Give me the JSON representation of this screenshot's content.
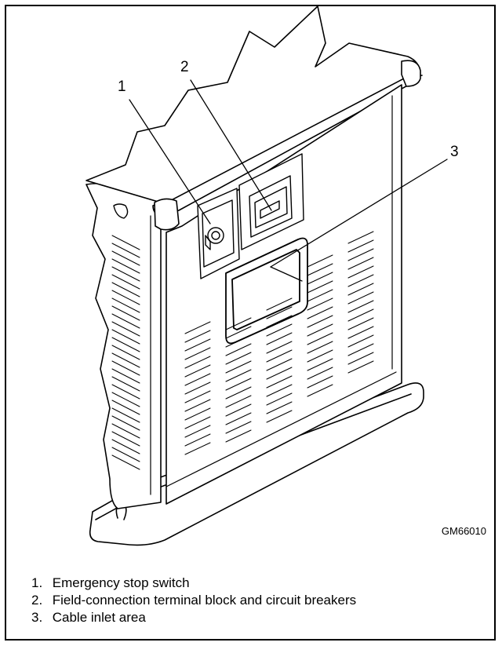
{
  "figure": {
    "callouts": [
      {
        "number": "1"
      },
      {
        "number": "2"
      },
      {
        "number": "3"
      }
    ],
    "figure_id": "GM66010"
  },
  "legend": [
    {
      "number": "1.",
      "text": "Emergency stop switch"
    },
    {
      "number": "2.",
      "text": "Field-connection terminal block and circuit breakers"
    },
    {
      "number": "3.",
      "text": "Cable inlet area"
    }
  ]
}
